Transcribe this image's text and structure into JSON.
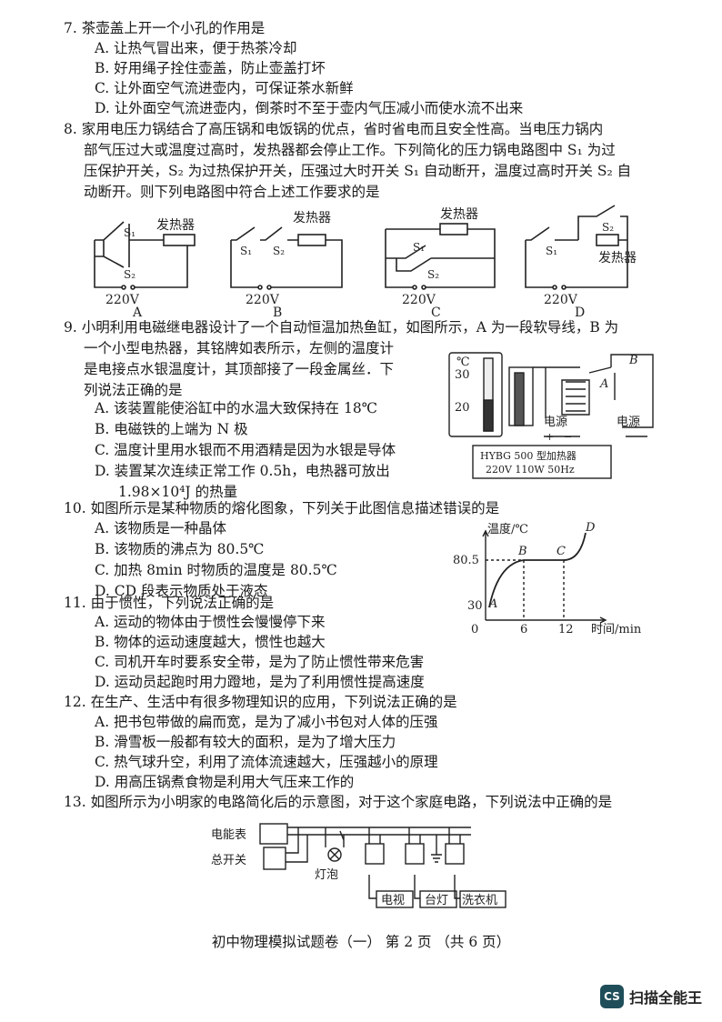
{
  "q7": {
    "stem": "7.  茶壶盖上开一个小孔的作用是",
    "options": [
      "A.  让热气冒出来，便于热茶冷却",
      "B.  好用绳子拴住壶盖，防止壶盖打坏",
      "C.  让外面空气流进壶内，可保证茶水新鲜",
      "D.  让外面空气流进壶内，倒茶时不至于壶内气压减小而使水流不出来"
    ]
  },
  "q8": {
    "lines": [
      "8.  家用电压力锅结合了高压锅和电饭锅的优点，省时省电而且安全性高。当电压力锅内",
      "部气压过大或温度过高时，发热器都会停止工作。下列简化的压力锅电路图中 S₁ 为过",
      "压保护开关，S₂ 为过热保护开关，压强过大时开关 S₁ 自动断开，温度过高时开关 S₂ 自",
      "动断开。则下列电路图中符合上述工作要求的是"
    ],
    "heater": "发热器",
    "s1": "S₁",
    "s2": "S₂",
    "voltage": "220V",
    "labels": [
      "A",
      "B",
      "C",
      "D"
    ]
  },
  "q9": {
    "lines": [
      "9.  小明利用电磁继电器设计了一个自动恒温加热鱼缸，如图所示，A 为一段软导线，B 为",
      "一个小型电热器，其铭牌如表所示，左侧的温度计",
      "是电接点水银温度计，其顶部接了一段金属丝．下",
      "列说法正确的是"
    ],
    "options": [
      "A.  该装置能使浴缸中的水温大致保持在 18℃",
      "B.  电磁铁的上端为 N 极",
      "C.  温度计里用水银而不用酒精是因为水银是导体",
      "D.  装置某次连续正常工作 0.5h，电热器可放出",
      "1.98×10⁴J 的热量"
    ],
    "fig": {
      "unit": "℃",
      "tick30": "30",
      "tick20": "20",
      "label_a": "A",
      "label_b": "B",
      "power1": "电源",
      "power2": "电源",
      "plus": "+",
      "minus": "−",
      "nameplate_1": "HYBG 500 型加热器",
      "nameplate_2": "220V  110W  50Hz"
    }
  },
  "q10": {
    "stem": "10.  如图所示是某种物质的熔化图象，下列关于此图信息描述错误的是",
    "options": [
      "A.  该物质是一种晶体",
      "B.  该物质的沸点为 80.5℃",
      "C.  加热 8min 时物质的温度是 80.5℃",
      "D.  CD 段表示物质处于液态"
    ],
    "chart": {
      "ylabel": "温度/℃",
      "xlabel": "时间/min",
      "y805": "80.5",
      "y30": "30",
      "x0": "0",
      "x6": "6",
      "x12": "12",
      "pA": "A",
      "pB": "B",
      "pC": "C",
      "pD": "D"
    }
  },
  "q11": {
    "stem": "11.  由于惯性，下列说法正确的是",
    "options": [
      "A.  运动的物体由于惯性会慢慢停下来",
      "B.  物体的运动速度越大，惯性也越大",
      "C.  司机开车时要系安全带，是为了防止惯性带来危害",
      "D.  运动员起跑时用力蹬地，是为了利用惯性提高速度"
    ]
  },
  "q12": {
    "stem": "12.  在生产、生活中有很多物理知识的应用，下列说法正确的是",
    "options": [
      "A.  把书包带做的扁而宽，是为了减小书包对人体的压强",
      "B.  滑雪板一般都有较大的面积，是为了增大压力",
      "C.  热气球升空，利用了流体流速越大，压强越小的原理",
      "D.  用高压锅煮食物是利用大气压来工作的"
    ]
  },
  "q13": {
    "stem": "13.  如图所示为小明家的电路简化后的示意图，对于这个家庭电路，下列说法中正确的是",
    "fig": {
      "meter": "电能表",
      "main_switch": "总开关",
      "bulb": "灯泡",
      "tv": "电视",
      "lamp": "台灯",
      "washer": "洗衣机"
    }
  },
  "footer": "初中物理模拟试题卷（一）   第 2 页   （共 6 页）",
  "watermark": {
    "badge": "CS",
    "text": "扫描全能王"
  }
}
